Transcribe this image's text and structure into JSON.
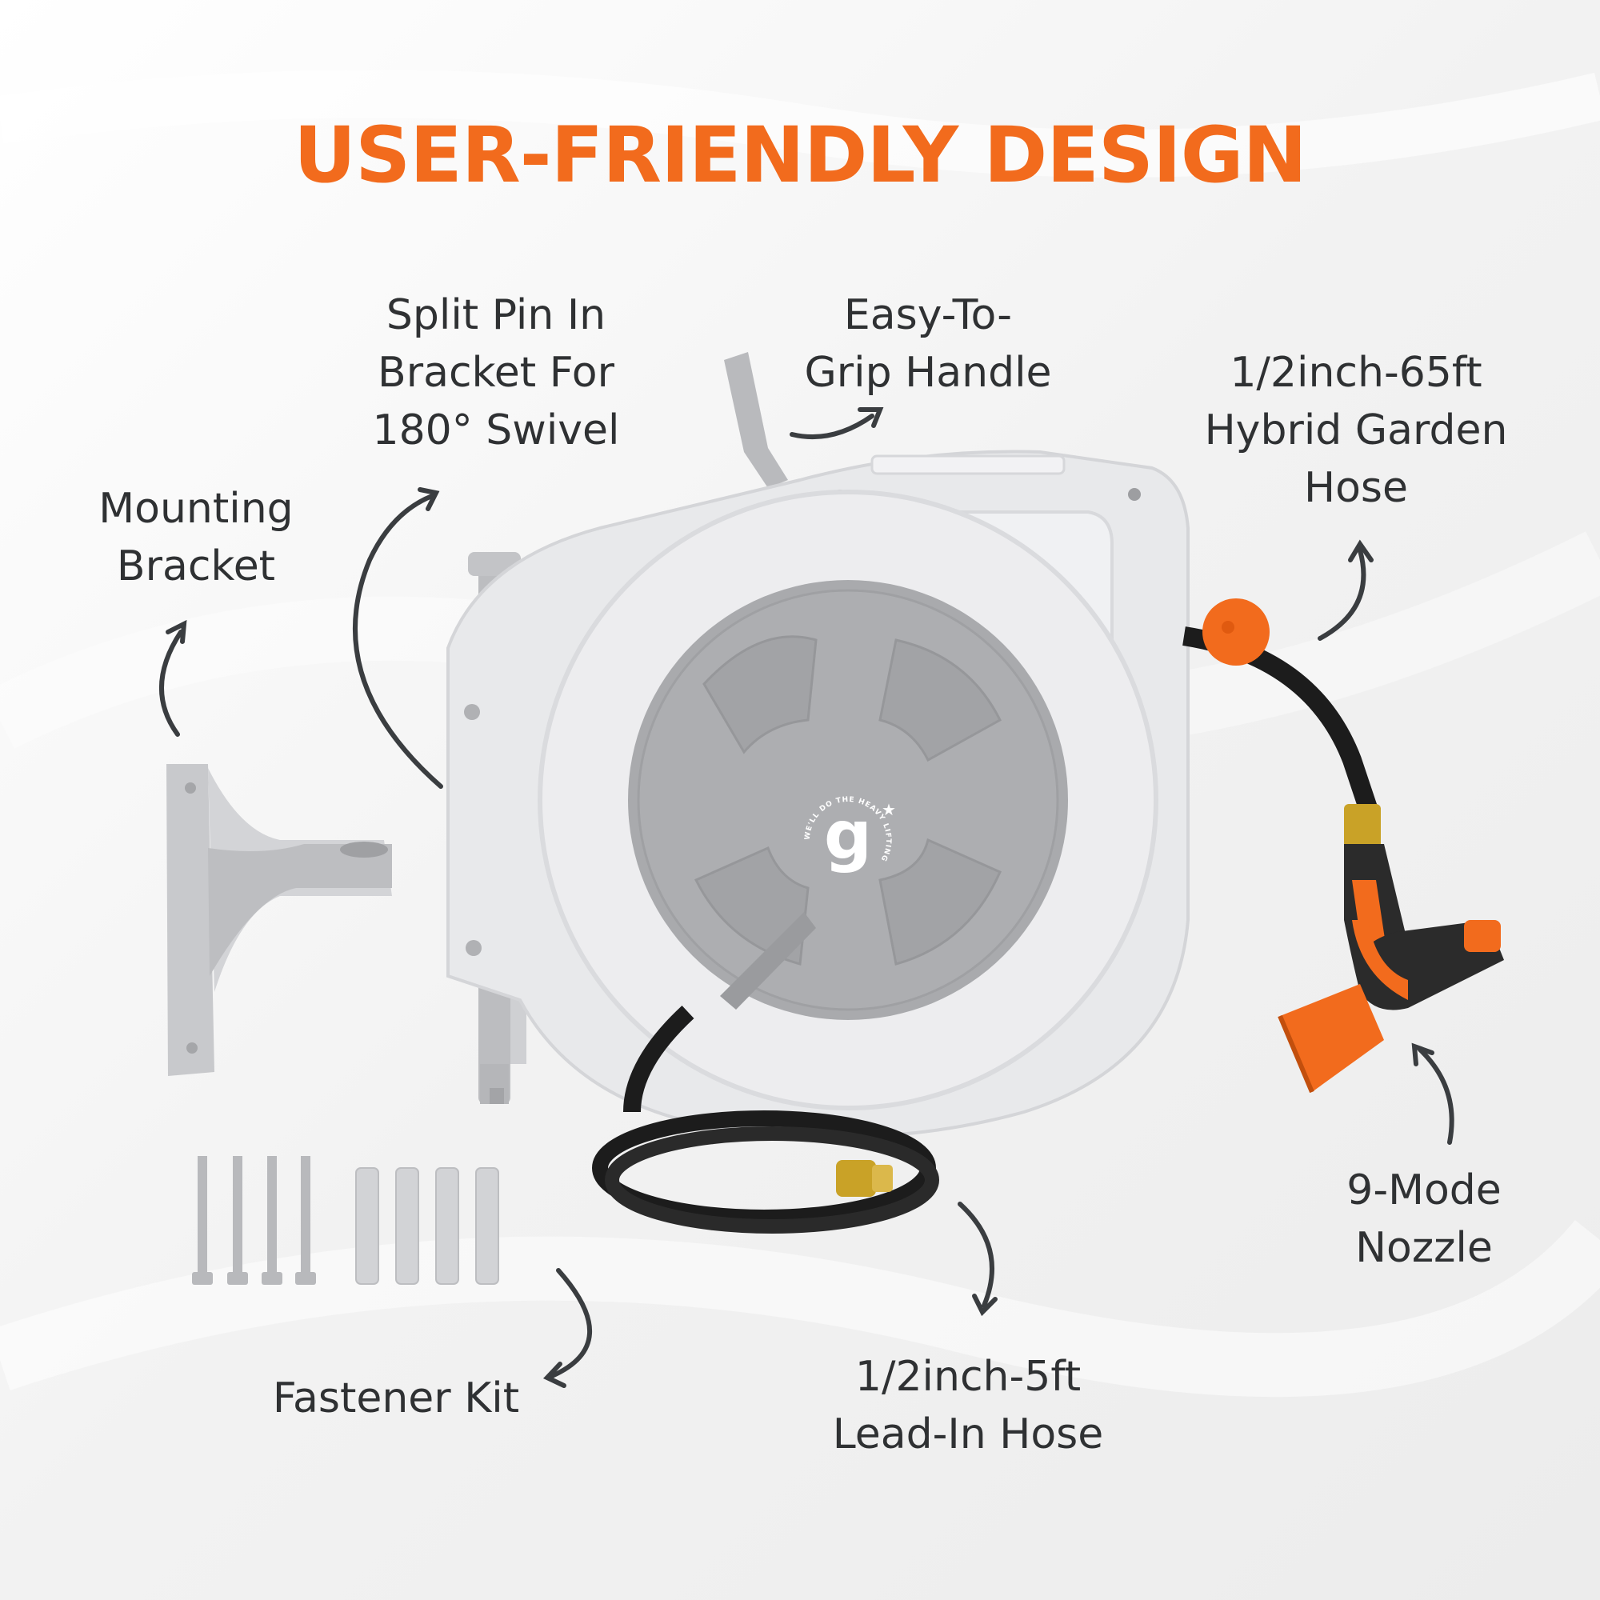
{
  "title": "USER-FRIENDLY DESIGN",
  "colors": {
    "accent": "#f26b1d",
    "label_text": "#2f3133",
    "reel_body": "#e9eaec",
    "reel_drum": "#a9aaad",
    "hose": "#1c1c1c",
    "brass": "#c9a227"
  },
  "labels": {
    "mounting_bracket": [
      "Mounting",
      "Bracket"
    ],
    "split_pin": [
      "Split Pin In",
      "Bracket For",
      "180° Swivel"
    ],
    "handle": [
      "Easy-To-",
      "Grip Handle"
    ],
    "garden_hose": [
      "1/2inch-65ft",
      "Hybrid Garden",
      "Hose"
    ],
    "nozzle": [
      "9-Mode",
      "Nozzle"
    ],
    "fastener_kit": [
      "Fastener Kit"
    ],
    "lead_in_hose": [
      "1/2inch-5ft",
      "Lead-In Hose"
    ]
  },
  "reel_logo": {
    "letter": "g",
    "ring_text": "WE'LL DO THE HEAVY LIFTING"
  },
  "icons": [
    "arrow-curved-icon",
    "star-icon"
  ]
}
